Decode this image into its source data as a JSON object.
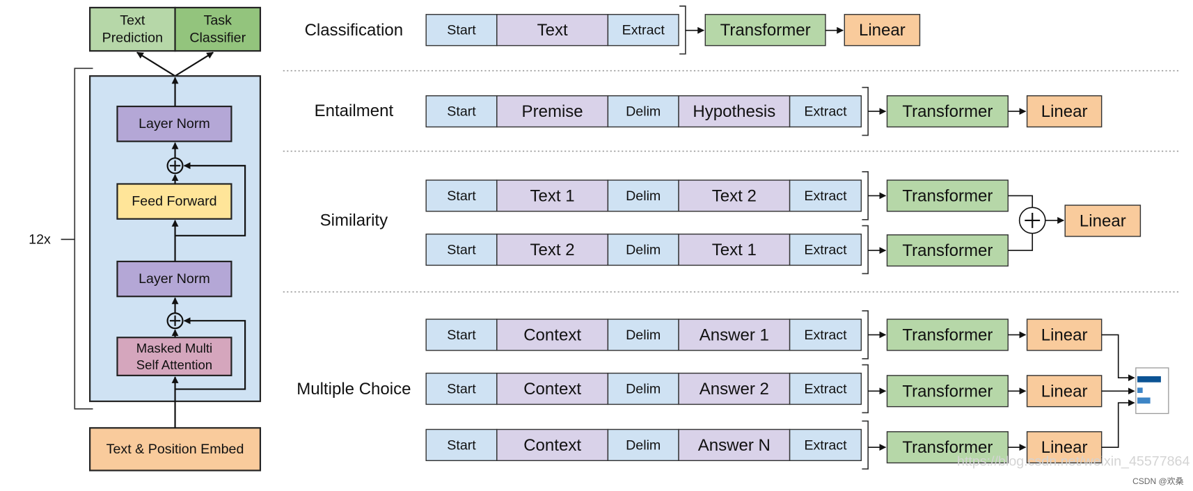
{
  "colors": {
    "input_token": "#cfe2f3",
    "content_token": "#d9d2e9",
    "model_block": "#cfe2f3",
    "layer_norm": "#b4a7d6",
    "feed_forward": "#ffe599",
    "attention": "#d5a6bd",
    "embed": "#f9cb9c",
    "text_prediction": "#b6d7a8",
    "task_classifier": "#93c47d",
    "transformer": "#b6d7a8",
    "linear": "#f9cb9c",
    "plus_node": "#ffffff",
    "softmax_box": "#ffffff",
    "softmax_bar_dark": "#0b5394",
    "softmax_bar_light": "#3d85c6"
  },
  "model": {
    "outputs": [
      {
        "lines": [
          "Text",
          "Prediction"
        ]
      },
      {
        "lines": [
          "Task",
          "Classifier"
        ]
      }
    ],
    "repeat_label": "12x",
    "layer_norm_top": "Layer Norm",
    "feed_forward": "Feed Forward",
    "layer_norm_bottom": "Layer Norm",
    "attention": {
      "lines": [
        "Masked Multi",
        "Self Attention"
      ]
    },
    "embed": "Text & Position Embed"
  },
  "tasks": {
    "classification": {
      "label": "Classification",
      "rows": [
        {
          "tokens": [
            "Start",
            "Text",
            "Extract"
          ],
          "transformer": "Transformer"
        }
      ],
      "linear": "Linear"
    },
    "entailment": {
      "label": "Entailment",
      "rows": [
        {
          "tokens": [
            "Start",
            "Premise",
            "Delim",
            "Hypothesis",
            "Extract"
          ],
          "transformer": "Transformer"
        }
      ],
      "linear": "Linear"
    },
    "similarity": {
      "label": "Similarity",
      "rows": [
        {
          "tokens": [
            "Start",
            "Text 1",
            "Delim",
            "Text 2",
            "Extract"
          ],
          "transformer": "Transformer"
        },
        {
          "tokens": [
            "Start",
            "Text 2",
            "Delim",
            "Text 1",
            "Extract"
          ],
          "transformer": "Transformer"
        }
      ],
      "linear": "Linear"
    },
    "multiple_choice": {
      "label": "Multiple Choice",
      "rows": [
        {
          "tokens": [
            "Start",
            "Context",
            "Delim",
            "Answer 1",
            "Extract"
          ],
          "transformer": "Transformer",
          "linear": "Linear"
        },
        {
          "tokens": [
            "Start",
            "Context",
            "Delim",
            "Answer 2",
            "Extract"
          ],
          "transformer": "Transformer",
          "linear": "Linear"
        },
        {
          "tokens": [
            "Start",
            "Context",
            "Delim",
            "Answer N",
            "Extract"
          ],
          "transformer": "Transformer",
          "linear": "Linear"
        }
      ]
    }
  },
  "watermark": {
    "url": "https://blog.csdn.net/weixin_45577864",
    "credit": "CSDN @欢桑"
  }
}
